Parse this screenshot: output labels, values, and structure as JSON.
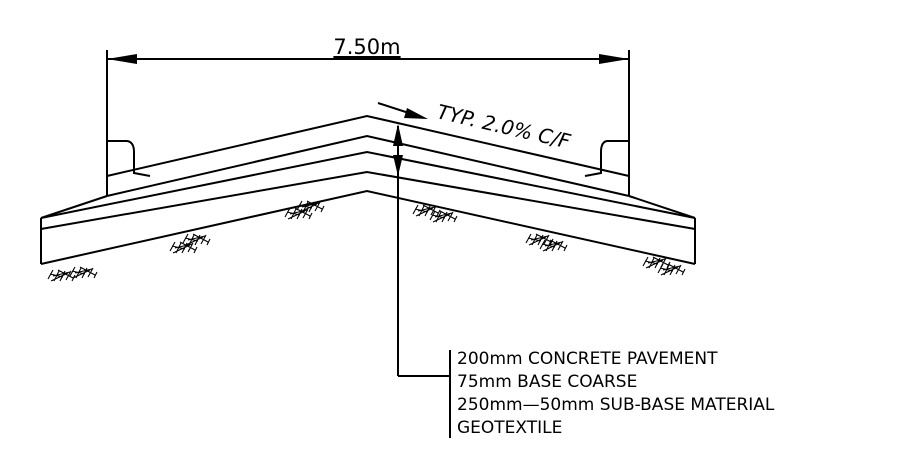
{
  "drawing": {
    "width_dimension": "7.50m",
    "slope_note": "TYP. 2.0% C/F",
    "layers": [
      "200mm CONCRETE PAVEMENT",
      "75mm BASE COARSE",
      "250mm—50mm SUB-BASE MATERIAL",
      "GEOTEXTILE"
    ]
  },
  "colors": {
    "line": "#000000",
    "background": "#ffffff"
  }
}
